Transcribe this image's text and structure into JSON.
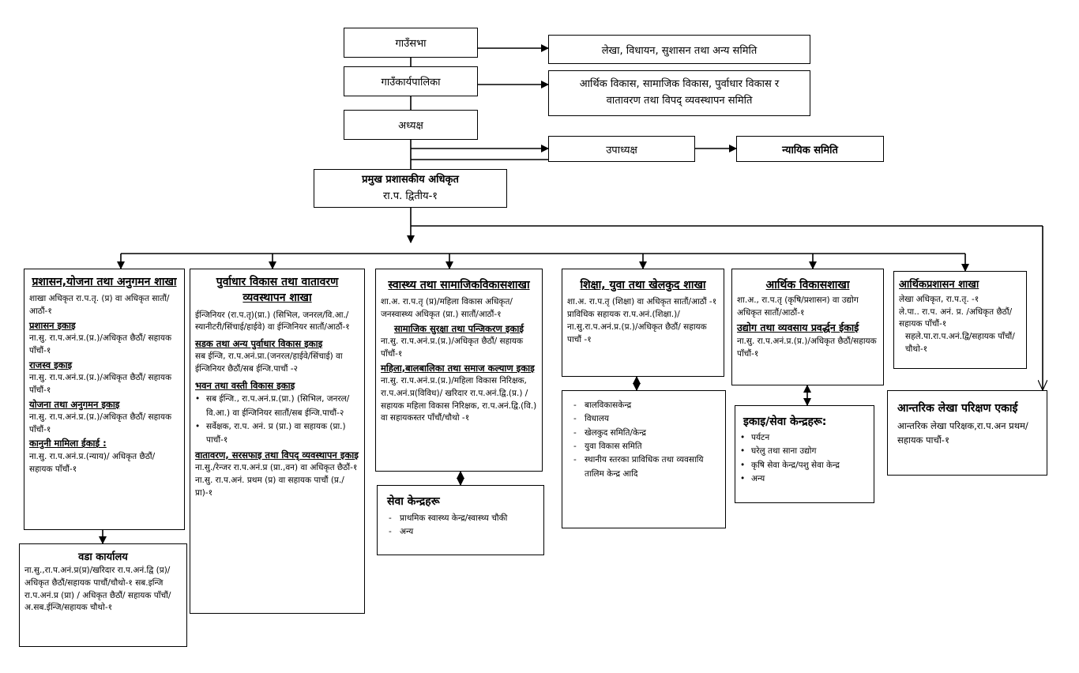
{
  "top": {
    "gaunsabha": "गाउँसभा",
    "gaunkaryapalika": "गाउँकार्यपालिका",
    "adhyaksha": "अध्यक्ष",
    "upadhyaksha": "उपाध्यक्ष",
    "nyayik_samiti": "न्यायिक समिति",
    "lekha_samiti": "लेखा, विधायन, सुशासन तथा अन्य समिति",
    "vikas_samiti_1": "आर्थिक विकास, सामाजिक विकास, पुर्वाधार विकास र",
    "vikas_samiti_2": "वातावरण तथा विपद् व्यवस्थापन समिति",
    "cao_title": "प्रमुख प्रशासकीय अधिकृत",
    "cao_sub": "रा.प. द्वितीय-१"
  },
  "branch1": {
    "title": "प्रशासन,योजना तथा अनुगमन शाखा",
    "line1": "शाखा अधिकृत रा.प.तृ. (प्र) वा अधिकृत सातौं/आठौं-१",
    "u1_title": "प्रशासन इकाइ",
    "u1_text": "ना.सु. रा.प.अनं.प्र.(प्र.)/अधिकृत छैठौं/ सहायक पाँचौं-१",
    "u2_title": "राजस्व इकाइ",
    "u2_text": "ना.सु. रा.प.अनं.प्र.(प्र.)/अधिकृत छैठौं/ सहायक पाँचौं-१",
    "u3_title": "योजना तथा अनुगमन इकाइ",
    "u3_text": "ना.सु. रा.प.अनं.प्र.(प्र.)/अधिकृत छैठौं/ सहायक पाँचौं-१",
    "u4_title": "कानुनी मामिला ईकाई :",
    "u4_text": "ना.सु. रा.प.अनं.प्र.(न्याय)/ अधिकृत छैठौं/ सहायक पाँचौं-१"
  },
  "ward": {
    "title": "वडा कार्यालय",
    "text": "ना.सु.,रा.प.अनं.प्र(प्र)/खरिदार रा.प.अनं.द्वि (प्र)/अधिकृत छैठौं/सहायक पाचौं/चौथो-१ सब.इन्जि रा.प.अनं.प्र (प्रा) / अधिकृत छैठौं/ सहायक पाँचौं/अ.सब.ईन्जि/सहायक चौथो-१"
  },
  "branch2": {
    "title": "पुर्वाधार विकास तथा वातावरण व्यवस्थापन शाखा",
    "line1": "ईन्जिनियर (रा.प.तृ)(प्रा.) (सिभिल, जनरल/वि.आ./स्यानीटरी/सिंचाई/हाईवे) वा ईन्जिनियर सातौं/आठौं-१",
    "u1_title": "सडक तथा अन्य पुर्वाधार विकास इकाइ",
    "u1_text": "सब ईन्जि, रा.प.अनं.प्रा.(जनरल/हाईवे/सिंचाई) वा ईन्जिनियर छैठौं/सब ईन्जि.पाचौं -२",
    "u2_title": "भवन तथा वस्ती विकास इकाइ",
    "u2_b1": "सब ईन्जि., रा.प.अनं.प्र.(प्रा.) (सिभिल, जनरल/वि.आ.) वा ईन्जिनियर सातौं/सब ईन्जि.पाचौं-२",
    "u2_b2": "सर्वेक्षक, रा.प. अनं. प्र (प्रा.) वा सहायक (प्रा.) पाचौं-१",
    "u3_title": "वातावरण, सरसफाइ तथा विपद् व्यवस्थापन इकाइ",
    "u3_text1": "ना.सु./रेन्जर रा.प.अनं.प्र (प्रा.,वन) वा अधिकृत छैठौं-१",
    "u3_text2": "ना.सु. रा.प.अनं. प्रथम (प्र) वा सहायक पाचौं (प्र./प्रा)-१"
  },
  "branch3": {
    "title": "स्वास्थ्य तथा सामाजिकविकासशाखा",
    "line1": "शा.अ. रा.प.तृ (प्र)/महिला विकास अधिकृत/ जनस्वास्थ्य अधिकृत (प्रा.) सातौं/आठौं-१",
    "u1_title": "सामाजिक सुरक्षा तथा पन्जिकरण इकाई",
    "u1_text": "ना.सु. रा.प.अनं.प्र.(प्र.)/अधिकृत छैठौं/ सहायक पाँचौं-१",
    "u2_title": "महिला,बालबालिका तथा समाज कल्याण इकाइ",
    "u2_text": "ना.सु. रा.प.अनं.प्र.(प्र.)/महिला विकास निरिक्षक, रा.प.अनं.प्र(विविध)/ खरिदार रा.प.अनं.द्वि.(प्र.) /सहायक महिला विकास निरिक्षक, रा.प.अनं.द्वि.(वि.) वा सहायकस्तर पाँचौं/चौथो -१"
  },
  "health_centers": {
    "title": "सेवा केन्द्रहरू",
    "items": [
      "प्राथमिक स्वास्थ्य केन्द्र/स्वास्थ्य चौकी",
      "अन्य"
    ]
  },
  "branch4": {
    "title": "शिक्षा, युवा तथा खेलकुद शाखा",
    "line1": "शा.अ. रा.प.तृ (शिक्षा) वा अधिकृत सातौं/आठौं -१",
    "line2": "प्राविधिक सहायक रा.प.अनं.(शिक्षा.)/ ना.सु.रा.प.अनं.प्र.(प्र.)/अधिकृत छैठौं/ सहायक पाचौं -१"
  },
  "edu_centers": {
    "items": [
      "बालविकासकेन्द्र",
      "विधालय",
      "खेलकुद समिति/केन्द्र",
      "युवा विकास समिति",
      "स्थानीय स्तरका प्राविधिक तथा व्यवसायि तालिम केन्द्र आदि"
    ]
  },
  "branch5": {
    "title": "आर्थिक विकासशाखा",
    "line1": "शा.अ., रा.प.तृ (कृषि/प्रशासन) वा उद्योग अधिकृत सातौं/आठौं-१",
    "u1_title": "उद्योग तथा व्यवसाय प्रवर्द्धन ईकाई",
    "u1_text": "ना.सु. रा.प.अनं.प्र.(प्र.)/अधिकृत छैठौं/सहायक पाँचौं-१"
  },
  "econ_centers": {
    "title": "इकाइ/सेवा केन्द्रहरू:",
    "items": [
      "पर्यटन",
      "घरेलु तथा साना उद्योग",
      "कृषि सेवा केन्द्र/पशु सेवा केन्द्र",
      "अन्य"
    ]
  },
  "branch6": {
    "title": "आर्थिकप्रशासन शाखा",
    "line1": "लेखा अधिकृत, रा.प.तृ. -१",
    "line2": "ले.पा.. रा.प. अनं. प्र. /अधिकृत छैठौं/ सहायक पाँचौं-१",
    "line3": "सहले.पा.रा.प.अनं.द्वि/सहायक पाँचौं/चौथो-१"
  },
  "audit": {
    "title": "आन्तरिक लेखा परिक्षण एकाई",
    "text": "आन्तरिक लेखा परिक्षक,रा.प.अन प्रथम/सहायक पाचौं-१"
  }
}
